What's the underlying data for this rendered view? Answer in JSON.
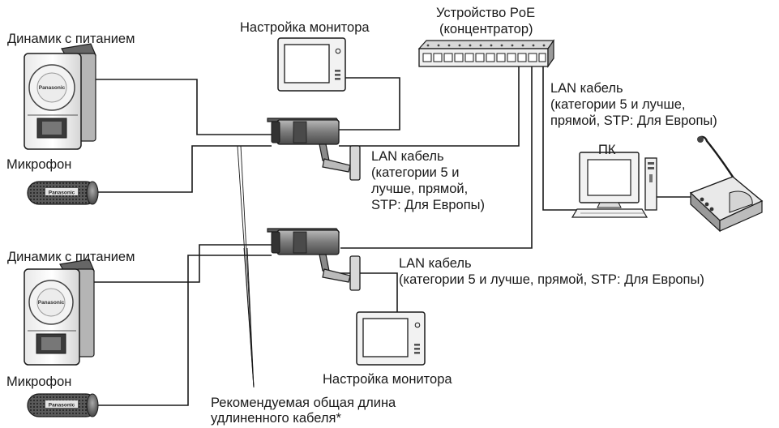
{
  "labels": {
    "speaker_top": "Динамик с питанием",
    "monitor_top": "Настройка монитора",
    "poe_line1": "Устройство PoE",
    "poe_line2": "(концентратор)",
    "lan_right_1": "LAN кабель",
    "lan_right_2": "(категории 5 и лучше,",
    "lan_right_3": "прямой, STP: Для Европы)",
    "pc": "ПК",
    "mic_top": "Микрофон",
    "lan_mid_1": "LAN кабель",
    "lan_mid_2": "(категории 5 и",
    "lan_mid_3": "лучше, прямой,",
    "lan_mid_4": "STP: Для Европы)",
    "speaker_bottom": "Динамик с питанием",
    "lan_bottom_1": "LAN кабель",
    "lan_bottom_2": "(категории 5 и лучше, прямой, STP: Для Европы)",
    "monitor_bottom": "Настройка монитора",
    "mic_bottom": "Микрофон",
    "cable_length_1": "Рекомендуемая общая длина",
    "cable_length_2": "удлиненного кабеля*"
  },
  "logos": {
    "speaker_brand": "Panasonic",
    "mic_brand": "Panasonic"
  }
}
